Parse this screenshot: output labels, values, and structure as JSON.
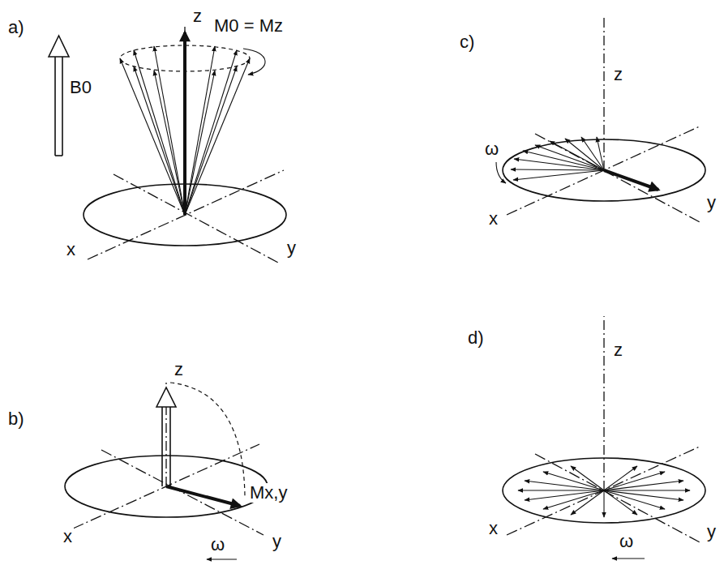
{
  "diagram": {
    "labels": [
      "a)",
      "z",
      "M0 = Mz",
      "B0",
      "x",
      "y",
      "c)",
      "z",
      "ω",
      "x",
      "y",
      "b)",
      "z",
      "Mx,y",
      "x",
      "y",
      "ω",
      "d)",
      "z",
      "x",
      "y",
      "ω"
    ]
  }
}
